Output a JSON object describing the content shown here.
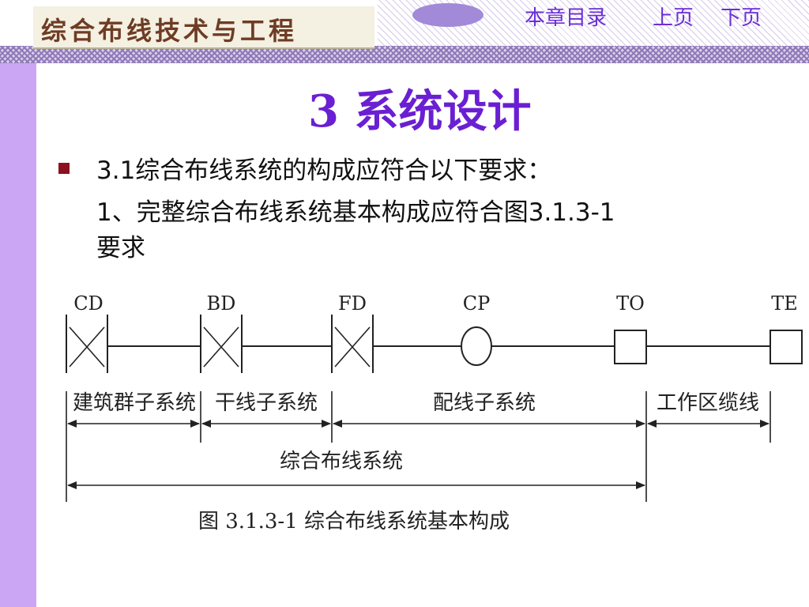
{
  "header": {
    "title": "综合布线技术与工程",
    "nav": {
      "toc": "本章目录",
      "prev": "上页",
      "next": "下页"
    }
  },
  "slide": {
    "title": "3 系统设计",
    "bullet": {
      "line1": "3.1综合布线系统的构成应符合以下要求：",
      "line2": "1、完整综合布线系统基本构成应符合图3.1.3-1",
      "line3": "要求"
    }
  },
  "figure": {
    "nodes": [
      "CD",
      "BD",
      "FD",
      "CP",
      "TO",
      "TE"
    ],
    "segments": [
      "建筑群子系统",
      "干线子系统",
      "配线子系统",
      "工作区缆线"
    ],
    "overall": "综合布线系统",
    "caption": "图 3.1.3-1   综合布线系统基本构成"
  },
  "colors": {
    "accent": "#6a1fd2",
    "sidebar": "#caa6f5",
    "bullet": "#8b1020"
  }
}
